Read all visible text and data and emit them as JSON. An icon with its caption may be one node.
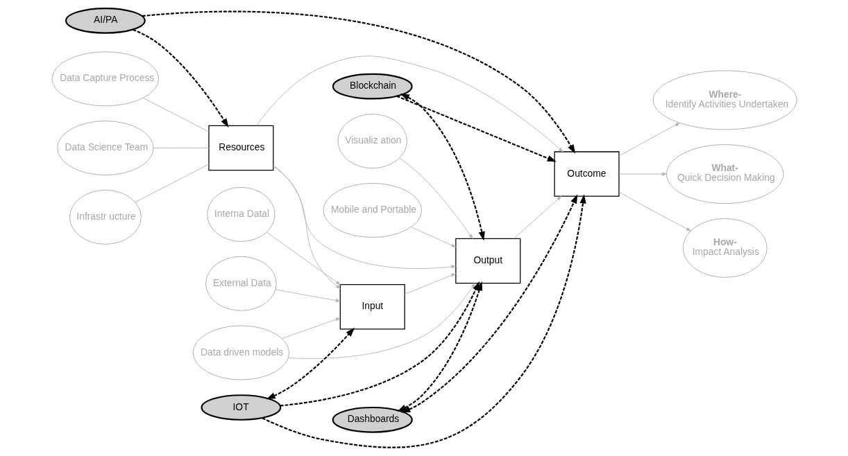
{
  "diagram": {
    "nodes": [
      {
        "text": [
          "Data Capture Process"
        ]
      },
      {
        "text": [
          "Data Science Team"
        ]
      },
      {
        "text": [
          "Infrastr ucture"
        ]
      },
      {
        "text": [
          "AI/PA"
        ]
      },
      {
        "text": [
          "Blockchain"
        ]
      },
      {
        "text": [
          "Resources"
        ]
      },
      {
        "text": [
          "Interna Datal"
        ]
      },
      {
        "text": [
          "Input"
        ]
      },
      {
        "text": [
          "Output"
        ]
      },
      {
        "text": [
          "Outcome"
        ]
      },
      {
        "text": [
          "Where-",
          "Identify Activities Undertaken"
        ]
      },
      {
        "text": [
          "External Data"
        ]
      },
      {
        "text": [
          "What-",
          "Quick Decision Making"
        ]
      },
      {
        "text": [
          "Data driven models"
        ]
      },
      {
        "text": [
          "Visualiz ation"
        ]
      },
      {
        "text": [
          "Mobile and Portable"
        ]
      },
      {
        "text": [
          "How-",
          "Impact Analysis"
        ]
      },
      {
        "text": [
          "IOT"
        ]
      },
      {
        "text": [
          "Dashboards"
        ]
      }
    ],
    "edges": [
      {
        "from": 0,
        "to": 5,
        "arrow": "none"
      },
      {
        "from": 1,
        "to": 5,
        "arrow": "none"
      },
      {
        "from": 2,
        "to": 5,
        "arrow": "none"
      },
      {
        "from": 5,
        "to": 7,
        "arrow": "to"
      },
      {
        "from": 5,
        "to": 8,
        "arrow": "to"
      },
      {
        "from": 5,
        "to": 9,
        "arrow": "to"
      },
      {
        "from": 6,
        "to": 7,
        "arrow": "to"
      },
      {
        "from": 11,
        "to": 7,
        "arrow": "to"
      },
      {
        "from": 7,
        "to": 8,
        "arrow": "to"
      },
      {
        "from": 8,
        "to": 9,
        "arrow": "to"
      },
      {
        "from": 9,
        "to": 10,
        "arrow": "to"
      },
      {
        "from": 9,
        "to": 12,
        "arrow": "to"
      },
      {
        "from": 9,
        "to": 16,
        "arrow": "to"
      },
      {
        "from": 13,
        "to": 8,
        "arrow": "to"
      },
      {
        "from": 14,
        "to": 8,
        "arrow": "to"
      },
      {
        "from": 15,
        "to": 8,
        "arrow": "to"
      },
      {
        "from": 13,
        "to": 7,
        "arrow": "to"
      },
      {
        "from": 3,
        "to": 5,
        "arrow": "to",
        "style": "dashed",
        "color": "#000000"
      },
      {
        "from": 3,
        "to": 9,
        "arrow": "to",
        "style": "dashed",
        "color": "#000000"
      },
      {
        "from": 4,
        "to": 8,
        "arrow": "both",
        "style": "dashed",
        "color": "#000000"
      },
      {
        "from": 4,
        "to": 9,
        "arrow": "to",
        "style": "dashed",
        "color": "#000000"
      },
      {
        "from": 17,
        "to": 7,
        "arrow": "both",
        "style": "dashed",
        "color": "#000000"
      },
      {
        "from": 17,
        "to": 8,
        "arrow": "to",
        "style": "dashed",
        "color": "#000000"
      },
      {
        "from": 17,
        "to": 9,
        "arrow": "to",
        "style": "dashed",
        "color": "#000000"
      },
      {
        "from": 18,
        "to": 8,
        "arrow": "both",
        "style": "dashed",
        "color": "#000000"
      },
      {
        "from": 18,
        "to": 9,
        "arrow": "both",
        "style": "dashed",
        "color": "#000000"
      }
    ]
  }
}
